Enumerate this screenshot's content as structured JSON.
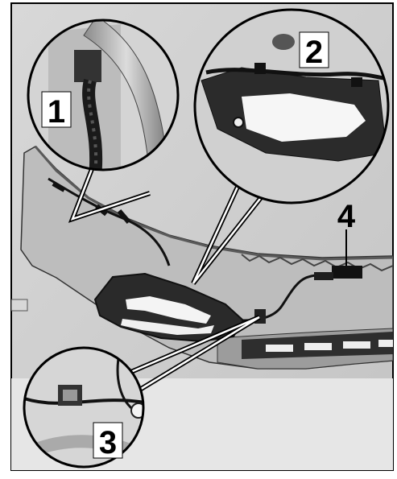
{
  "figure": {
    "callouts": [
      {
        "id": "callout-1",
        "label": "1"
      },
      {
        "id": "callout-2",
        "label": "2"
      },
      {
        "id": "callout-3",
        "label": "3"
      },
      {
        "id": "callout-4",
        "label": "4"
      }
    ]
  },
  "colors": {
    "frame": "#000000",
    "background": "#ffffff",
    "panel_gray": "#d2d2d2",
    "bumper_gray": "#b8b8b8",
    "dark_part": "#2a2a2a",
    "light_lens": "#f4f4f4"
  }
}
